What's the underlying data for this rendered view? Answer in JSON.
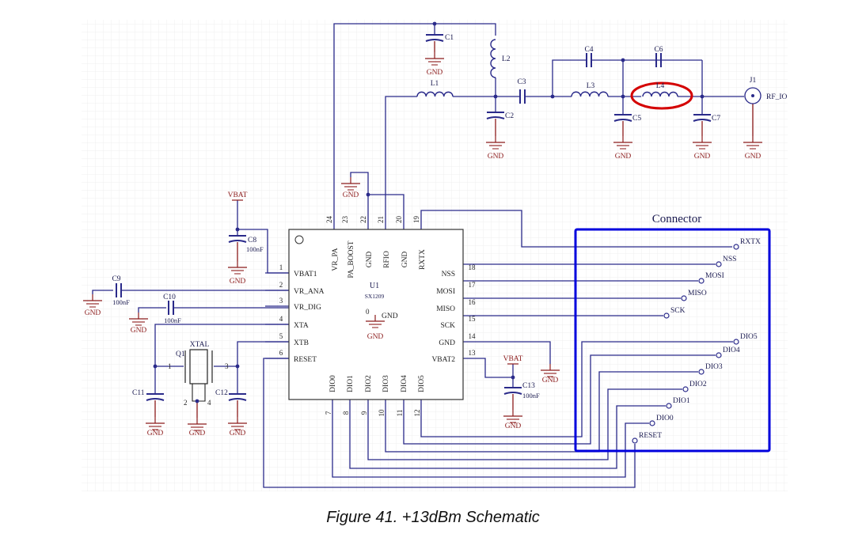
{
  "figure": {
    "caption": "Figure 41.   +13dBm Schematic"
  },
  "colors": {
    "wire": "#2a2a8a",
    "gnd": "#8b1a1a",
    "connector_box": "#0000dd",
    "highlight": "#d40000",
    "text": "#1a1a50",
    "grid": "#eeeeee"
  },
  "ic": {
    "ref": "U1",
    "part": "SX1209",
    "left_pins": [
      {
        "num": "1",
        "name": "VBAT1"
      },
      {
        "num": "2",
        "name": "VR_ANA"
      },
      {
        "num": "3",
        "name": "VR_DIG"
      },
      {
        "num": "4",
        "name": "XTA"
      },
      {
        "num": "5",
        "name": "XTB"
      },
      {
        "num": "6",
        "name": "RESET"
      }
    ],
    "right_pins": [
      {
        "num": "18",
        "name": "NSS"
      },
      {
        "num": "17",
        "name": "MOSI"
      },
      {
        "num": "16",
        "name": "MISO"
      },
      {
        "num": "15",
        "name": "SCK"
      },
      {
        "num": "14",
        "name": "GND"
      },
      {
        "num": "13",
        "name": "VBAT2"
      }
    ],
    "top_pins": [
      {
        "num": "24",
        "name": "VR_PA"
      },
      {
        "num": "23",
        "name": "PA_BOOST"
      },
      {
        "num": "22",
        "name": "GND"
      },
      {
        "num": "21",
        "name": "RFIO"
      },
      {
        "num": "20",
        "name": "GND"
      },
      {
        "num": "19",
        "name": "RXTX"
      }
    ],
    "bottom_pins": [
      {
        "num": "7",
        "name": "DIO0"
      },
      {
        "num": "8",
        "name": "DIO1"
      },
      {
        "num": "9",
        "name": "DIO2"
      },
      {
        "num": "10",
        "name": "DIO3"
      },
      {
        "num": "11",
        "name": "DIO4"
      },
      {
        "num": "12",
        "name": "DIO5"
      }
    ],
    "exposed_pad": {
      "num": "0",
      "name": "GND"
    }
  },
  "components": {
    "C1": {
      "ref": "C1",
      "value": ""
    },
    "C2": {
      "ref": "C2",
      "value": ""
    },
    "C3": {
      "ref": "C3",
      "value": ""
    },
    "C4": {
      "ref": "C4",
      "value": ""
    },
    "C5": {
      "ref": "C5",
      "value": ""
    },
    "C6": {
      "ref": "C6",
      "value": ""
    },
    "C7": {
      "ref": "C7",
      "value": ""
    },
    "C8": {
      "ref": "C8",
      "value": "100nF"
    },
    "C9": {
      "ref": "C9",
      "value": "100nF"
    },
    "C10": {
      "ref": "C10",
      "value": "100nF"
    },
    "C11": {
      "ref": "C11",
      "value": ""
    },
    "C12": {
      "ref": "C12",
      "value": ""
    },
    "C13": {
      "ref": "C13",
      "value": "100nF"
    },
    "L1": {
      "ref": "L1"
    },
    "L2": {
      "ref": "L2"
    },
    "L3": {
      "ref": "L3"
    },
    "L4": {
      "ref": "L4",
      "highlighted": true
    },
    "J1": {
      "ref": "J1",
      "net": "RF_IO"
    },
    "Q1": {
      "ref": "Q1",
      "value": "XTAL",
      "pins": [
        "1",
        "2",
        "3",
        "4"
      ]
    }
  },
  "power_labels": {
    "gnd": "GND",
    "vbat": "VBAT"
  },
  "connector": {
    "title": "Connector",
    "pins": [
      "RXTX",
      "NSS",
      "MOSI",
      "MISO",
      "SCK",
      "DIO5",
      "DIO4",
      "DIO3",
      "DIO2",
      "DIO1",
      "DIO0",
      "RESET"
    ]
  }
}
